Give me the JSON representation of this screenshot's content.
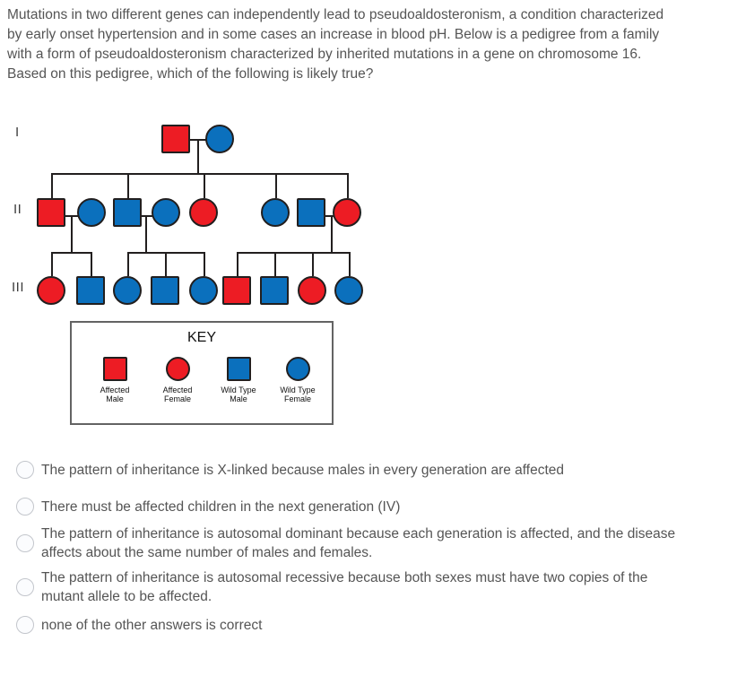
{
  "question": {
    "stem": "Mutations in two different genes can independently lead to pseudoaldosteronism, a condition characterized by early onset hypertension and in some cases an increase in blood pH. Below is a pedigree from a family with a form of pseudoaldosteronism characterized by inherited mutations in a gene on chromosome 16. Based on this pedigree, which of the following is likely true?"
  },
  "colors": {
    "affected": "#ED1C24",
    "wild_type": "#0B70BD",
    "line": "#221f1f",
    "key_border": "#636363",
    "text": "#555555",
    "radio_border": "#c3c6cc"
  },
  "pedigree": {
    "generation_labels": [
      "I",
      "II",
      "III"
    ],
    "generations": [
      {
        "label": "I",
        "individuals": [
          {
            "id": "I-1",
            "sex": "male",
            "shape": "square",
            "status": "affected",
            "color": "#ED1C24"
          },
          {
            "id": "I-2",
            "sex": "female",
            "shape": "circle",
            "status": "wild_type",
            "color": "#0B70BD"
          }
        ]
      },
      {
        "label": "II",
        "individuals": [
          {
            "id": "II-1",
            "sex": "male",
            "shape": "square",
            "status": "affected",
            "color": "#ED1C24"
          },
          {
            "id": "II-2",
            "sex": "female",
            "shape": "circle",
            "status": "wild_type",
            "color": "#0B70BD"
          },
          {
            "id": "II-3",
            "sex": "male",
            "shape": "square",
            "status": "wild_type",
            "color": "#0B70BD"
          },
          {
            "id": "II-4",
            "sex": "female",
            "shape": "circle",
            "status": "wild_type",
            "color": "#0B70BD"
          },
          {
            "id": "II-5",
            "sex": "female",
            "shape": "circle",
            "status": "affected",
            "color": "#ED1C24"
          },
          {
            "id": "II-6",
            "sex": "female",
            "shape": "circle",
            "status": "wild_type",
            "color": "#0B70BD"
          },
          {
            "id": "II-7",
            "sex": "male",
            "shape": "square",
            "status": "wild_type",
            "color": "#0B70BD"
          },
          {
            "id": "II-8",
            "sex": "female",
            "shape": "circle",
            "status": "affected",
            "color": "#ED1C24"
          }
        ]
      },
      {
        "label": "III",
        "individuals": [
          {
            "id": "III-1",
            "sex": "female",
            "shape": "circle",
            "status": "affected",
            "color": "#ED1C24"
          },
          {
            "id": "III-2",
            "sex": "male",
            "shape": "square",
            "status": "wild_type",
            "color": "#0B70BD"
          },
          {
            "id": "III-3",
            "sex": "female",
            "shape": "circle",
            "status": "wild_type",
            "color": "#0B70BD"
          },
          {
            "id": "III-4",
            "sex": "male",
            "shape": "square",
            "status": "wild_type",
            "color": "#0B70BD"
          },
          {
            "id": "III-5",
            "sex": "female",
            "shape": "circle",
            "status": "wild_type",
            "color": "#0B70BD"
          },
          {
            "id": "III-6",
            "sex": "male",
            "shape": "square",
            "status": "affected",
            "color": "#ED1C24"
          },
          {
            "id": "III-7",
            "sex": "male",
            "shape": "square",
            "status": "wild_type",
            "color": "#0B70BD"
          },
          {
            "id": "III-8",
            "sex": "female",
            "shape": "circle",
            "status": "affected",
            "color": "#ED1C24"
          },
          {
            "id": "III-9",
            "sex": "female",
            "shape": "circle",
            "status": "wild_type",
            "color": "#0B70BD"
          }
        ]
      }
    ],
    "matings": [
      {
        "partners": [
          "I-1",
          "I-2"
        ],
        "children": [
          "II-1",
          "II-3",
          "II-5",
          "II-6",
          "II-8"
        ]
      },
      {
        "partners": [
          "II-1",
          "II-2"
        ],
        "children": [
          "III-1",
          "III-2"
        ]
      },
      {
        "partners": [
          "II-3",
          "II-4"
        ],
        "children": [
          "III-3",
          "III-4",
          "III-5"
        ]
      },
      {
        "partners": [
          "II-7",
          "II-8"
        ],
        "children": [
          "III-6",
          "III-7",
          "III-8",
          "III-9"
        ]
      }
    ]
  },
  "key": {
    "title": "KEY",
    "items": [
      {
        "shape": "square",
        "status": "affected",
        "line1": "Affected",
        "line2": "Male"
      },
      {
        "shape": "circle",
        "status": "affected",
        "line1": "Affected",
        "line2": "Female"
      },
      {
        "shape": "square",
        "status": "wild_type",
        "line1": "Wild Type",
        "line2": "Male"
      },
      {
        "shape": "circle",
        "status": "wild_type",
        "line1": "Wild Type",
        "line2": "Female"
      }
    ]
  },
  "options": [
    {
      "id": "opt-1",
      "selected": false,
      "text": "The pattern of inheritance is X-linked because males in every generation are affected"
    },
    {
      "id": "opt-2",
      "selected": false,
      "text": "There must be affected children in the next generation (IV)"
    },
    {
      "id": "opt-3",
      "selected": false,
      "text": "The pattern of inheritance is autosomal dominant because each generation is affected, and the disease affects about the same number of males and females."
    },
    {
      "id": "opt-4",
      "selected": false,
      "text": "The pattern of inheritance is autosomal recessive because both sexes must have two copies of the mutant allele to be affected."
    },
    {
      "id": "opt-5",
      "selected": false,
      "text": "none of the other answers is correct"
    }
  ]
}
